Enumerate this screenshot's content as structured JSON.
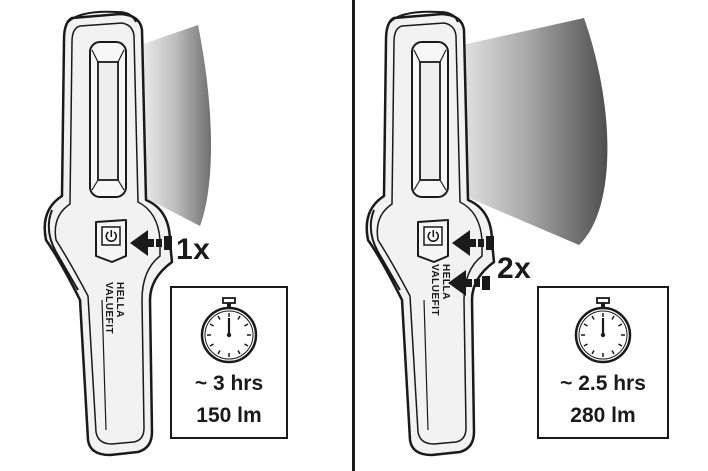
{
  "panels": [
    {
      "id": "low",
      "press_count": "1x",
      "brand_text": "HELLA\nVALUEFIT",
      "runtime": "~ 3 hrs",
      "luminous_flux": "150 lm"
    },
    {
      "id": "high",
      "press_count": "2x",
      "brand_text": "HELLA\nVALUEFIT",
      "runtime": "~ 2.5 hrs",
      "luminous_flux": "280 lm"
    }
  ],
  "icons": {
    "power": "power-icon",
    "stopwatch": "stopwatch-icon",
    "arrow": "press-arrow-icon"
  },
  "colors": {
    "line": "#1a1a1a",
    "body_fill": "#f2f2f2",
    "beam_light": "#e6e6e6",
    "beam_dark": "#6b6b6b",
    "background": "#ffffff"
  }
}
